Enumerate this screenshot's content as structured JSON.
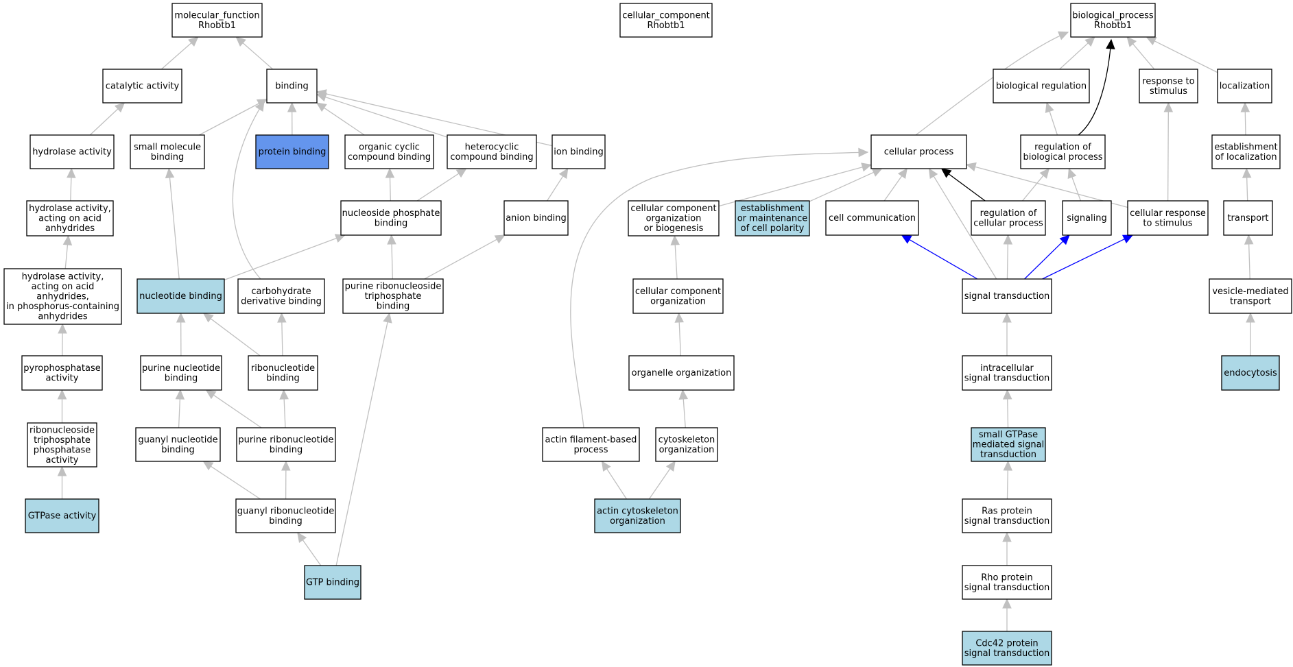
{
  "colors": {
    "white": "#ffffff",
    "lightblue": "#add8e6",
    "highlight": "#6495ed",
    "edge_gray": "#c0c0c0",
    "edge_blue": "#0000ff",
    "edge_black": "#000000",
    "border": "#000000"
  },
  "nodes": [
    {
      "id": "mf",
      "lines": [
        "molecular_function",
        "Rhobtb1"
      ],
      "fill": "white"
    },
    {
      "id": "cc",
      "lines": [
        "cellular_component",
        "Rhobtb1"
      ],
      "fill": "white"
    },
    {
      "id": "bp",
      "lines": [
        "biological_process",
        "Rhobtb1"
      ],
      "fill": "white"
    },
    {
      "id": "catalytic",
      "lines": [
        "catalytic activity"
      ],
      "fill": "white"
    },
    {
      "id": "binding",
      "lines": [
        "binding"
      ],
      "fill": "white"
    },
    {
      "id": "bioreg",
      "lines": [
        "biological regulation"
      ],
      "fill": "white"
    },
    {
      "id": "response",
      "lines": [
        "response to",
        "stimulus"
      ],
      "fill": "white"
    },
    {
      "id": "localization",
      "lines": [
        "localization"
      ],
      "fill": "white"
    },
    {
      "id": "hydrolase",
      "lines": [
        "hydrolase activity"
      ],
      "fill": "white"
    },
    {
      "id": "smallmol",
      "lines": [
        "small molecule",
        "binding"
      ],
      "fill": "white"
    },
    {
      "id": "protbind",
      "lines": [
        "protein binding"
      ],
      "fill": "highlight"
    },
    {
      "id": "orgcyclic",
      "lines": [
        "organic cyclic",
        "compound binding"
      ],
      "fill": "white"
    },
    {
      "id": "heterocyclic",
      "lines": [
        "heterocyclic",
        "compound binding"
      ],
      "fill": "white"
    },
    {
      "id": "ionbind",
      "lines": [
        "ion binding"
      ],
      "fill": "white"
    },
    {
      "id": "cellproc",
      "lines": [
        "cellular process"
      ],
      "fill": "white"
    },
    {
      "id": "regbio",
      "lines": [
        "regulation of",
        "biological process"
      ],
      "fill": "white"
    },
    {
      "id": "estloc",
      "lines": [
        "establishment",
        "of localization"
      ],
      "fill": "white"
    },
    {
      "id": "hydacid",
      "lines": [
        "hydrolase activity,",
        "acting on acid",
        "anhydrides"
      ],
      "fill": "white"
    },
    {
      "id": "nucphos",
      "lines": [
        "nucleoside phosphate",
        "binding"
      ],
      "fill": "white"
    },
    {
      "id": "anion",
      "lines": [
        "anion binding"
      ],
      "fill": "white"
    },
    {
      "id": "ccorgbio",
      "lines": [
        "cellular component",
        "organization",
        "or biogenesis"
      ],
      "fill": "white"
    },
    {
      "id": "estpol",
      "lines": [
        "establishment",
        "or maintenance",
        "of cell polarity"
      ],
      "fill": "lightblue"
    },
    {
      "id": "cellcomm",
      "lines": [
        "cell communication"
      ],
      "fill": "white"
    },
    {
      "id": "regcell",
      "lines": [
        "regulation of",
        "cellular process"
      ],
      "fill": "white"
    },
    {
      "id": "signaling",
      "lines": [
        "signaling"
      ],
      "fill": "white"
    },
    {
      "id": "cellresp",
      "lines": [
        "cellular response",
        "to stimulus"
      ],
      "fill": "white"
    },
    {
      "id": "transport",
      "lines": [
        "transport"
      ],
      "fill": "white"
    },
    {
      "id": "hydphos",
      "lines": [
        "hydrolase activity,",
        "acting on acid",
        "anhydrides,",
        "in phosphorus-containing",
        "anhydrides"
      ],
      "fill": "white"
    },
    {
      "id": "nucbind",
      "lines": [
        "nucleotide binding"
      ],
      "fill": "lightblue"
    },
    {
      "id": "carbo",
      "lines": [
        "carbohydrate",
        "derivative binding"
      ],
      "fill": "white"
    },
    {
      "id": "purribtri",
      "lines": [
        "purine ribonucleoside",
        "triphosphate",
        "binding"
      ],
      "fill": "white"
    },
    {
      "id": "ccorg",
      "lines": [
        "cellular component",
        "organization"
      ],
      "fill": "white"
    },
    {
      "id": "sigtrans",
      "lines": [
        "signal transduction"
      ],
      "fill": "white"
    },
    {
      "id": "vesicle",
      "lines": [
        "vesicle-mediated",
        "transport"
      ],
      "fill": "white"
    },
    {
      "id": "pyro",
      "lines": [
        "pyrophosphatase",
        "activity"
      ],
      "fill": "white"
    },
    {
      "id": "purnuc",
      "lines": [
        "purine nucleotide",
        "binding"
      ],
      "fill": "white"
    },
    {
      "id": "ribonuc",
      "lines": [
        "ribonucleotide",
        "binding"
      ],
      "fill": "white"
    },
    {
      "id": "organelle",
      "lines": [
        "organelle organization"
      ],
      "fill": "white"
    },
    {
      "id": "intra",
      "lines": [
        "intracellular",
        "signal transduction"
      ],
      "fill": "white"
    },
    {
      "id": "endo",
      "lines": [
        "endocytosis"
      ],
      "fill": "lightblue"
    },
    {
      "id": "rnstpa",
      "lines": [
        "ribonucleoside",
        "triphosphate",
        "phosphatase",
        "activity"
      ],
      "fill": "white"
    },
    {
      "id": "guanyl",
      "lines": [
        "guanyl nucleotide",
        "binding"
      ],
      "fill": "white"
    },
    {
      "id": "purribnuc",
      "lines": [
        "purine ribonucleotide",
        "binding"
      ],
      "fill": "white"
    },
    {
      "id": "actinfil",
      "lines": [
        "actin filament-based",
        "process"
      ],
      "fill": "white"
    },
    {
      "id": "cytoorg",
      "lines": [
        "cytoskeleton",
        "organization"
      ],
      "fill": "white"
    },
    {
      "id": "smallgtp",
      "lines": [
        "small GTPase",
        "mediated signal",
        "transduction"
      ],
      "fill": "lightblue"
    },
    {
      "id": "gtpase",
      "lines": [
        "GTPase activity"
      ],
      "fill": "lightblue"
    },
    {
      "id": "guanylrib",
      "lines": [
        "guanyl ribonucleotide",
        "binding"
      ],
      "fill": "white"
    },
    {
      "id": "actincyto",
      "lines": [
        "actin cytoskeleton",
        "organization"
      ],
      "fill": "lightblue"
    },
    {
      "id": "ras",
      "lines": [
        "Ras protein",
        "signal transduction"
      ],
      "fill": "white"
    },
    {
      "id": "gtpbind",
      "lines": [
        "GTP binding"
      ],
      "fill": "lightblue"
    },
    {
      "id": "rho",
      "lines": [
        "Rho protein",
        "signal transduction"
      ],
      "fill": "white"
    },
    {
      "id": "cdc42",
      "lines": [
        "Cdc42 protein",
        "signal transduction"
      ],
      "fill": "lightblue"
    }
  ],
  "edges": [
    {
      "from": "catalytic",
      "to": "mf",
      "color": "edge_gray"
    },
    {
      "from": "binding",
      "to": "mf",
      "color": "edge_gray"
    },
    {
      "from": "hydrolase",
      "to": "catalytic",
      "color": "edge_gray"
    },
    {
      "from": "hydacid",
      "to": "hydrolase",
      "color": "edge_gray"
    },
    {
      "from": "hydphos",
      "to": "hydacid",
      "color": "edge_gray"
    },
    {
      "from": "pyro",
      "to": "hydphos",
      "color": "edge_gray"
    },
    {
      "from": "rnstpa",
      "to": "pyro",
      "color": "edge_gray"
    },
    {
      "from": "gtpase",
      "to": "rnstpa",
      "color": "edge_gray"
    },
    {
      "from": "smallmol",
      "to": "binding",
      "color": "edge_gray"
    },
    {
      "from": "protbind",
      "to": "binding",
      "color": "edge_gray"
    },
    {
      "from": "orgcyclic",
      "to": "binding",
      "color": "edge_gray"
    },
    {
      "from": "heterocyclic",
      "to": "binding",
      "color": "edge_gray"
    },
    {
      "from": "ionbind",
      "to": "binding",
      "color": "edge_gray"
    },
    {
      "from": "carbo",
      "to": "binding",
      "color": "edge_gray",
      "curve": "carbo"
    },
    {
      "from": "nucbind",
      "to": "smallmol",
      "color": "edge_gray"
    },
    {
      "from": "nucphos",
      "to": "orgcyclic",
      "color": "edge_gray"
    },
    {
      "from": "nucphos",
      "to": "heterocyclic",
      "color": "edge_gray"
    },
    {
      "from": "anion",
      "to": "ionbind",
      "color": "edge_gray"
    },
    {
      "from": "nucbind",
      "to": "nucphos",
      "color": "edge_gray"
    },
    {
      "from": "purribtri",
      "to": "nucphos",
      "color": "edge_gray"
    },
    {
      "from": "purribtri",
      "to": "anion",
      "color": "edge_gray"
    },
    {
      "from": "purnuc",
      "to": "nucbind",
      "color": "edge_gray"
    },
    {
      "from": "ribonuc",
      "to": "nucbind",
      "color": "edge_gray"
    },
    {
      "from": "ribonuc",
      "to": "carbo",
      "color": "edge_gray"
    },
    {
      "from": "guanyl",
      "to": "purnuc",
      "color": "edge_gray"
    },
    {
      "from": "purribnuc",
      "to": "purnuc",
      "color": "edge_gray"
    },
    {
      "from": "purribnuc",
      "to": "ribonuc",
      "color": "edge_gray"
    },
    {
      "from": "guanylrib",
      "to": "guanyl",
      "color": "edge_gray"
    },
    {
      "from": "guanylrib",
      "to": "purribnuc",
      "color": "edge_gray"
    },
    {
      "from": "gtpbind",
      "to": "guanylrib",
      "color": "edge_gray"
    },
    {
      "from": "gtpbind",
      "to": "purribtri",
      "color": "edge_gray"
    },
    {
      "from": "bioreg",
      "to": "bp",
      "color": "edge_gray"
    },
    {
      "from": "response",
      "to": "bp",
      "color": "edge_gray"
    },
    {
      "from": "localization",
      "to": "bp",
      "color": "edge_gray"
    },
    {
      "from": "cellproc",
      "to": "bp",
      "color": "edge_gray",
      "curve": "cellproc"
    },
    {
      "from": "regbio",
      "to": "bp",
      "color": "edge_black",
      "curve": "regbio"
    },
    {
      "from": "regbio",
      "to": "bioreg",
      "color": "edge_gray"
    },
    {
      "from": "estloc",
      "to": "localization",
      "color": "edge_gray"
    },
    {
      "from": "transport",
      "to": "estloc",
      "color": "edge_gray"
    },
    {
      "from": "vesicle",
      "to": "transport",
      "color": "edge_gray"
    },
    {
      "from": "endo",
      "to": "vesicle",
      "color": "edge_gray"
    },
    {
      "from": "ccorgbio",
      "to": "cellproc",
      "color": "edge_gray"
    },
    {
      "from": "estpol",
      "to": "cellproc",
      "color": "edge_gray"
    },
    {
      "from": "cellcomm",
      "to": "cellproc",
      "color": "edge_gray"
    },
    {
      "from": "regcell",
      "to": "cellproc",
      "color": "edge_black"
    },
    {
      "from": "cellresp",
      "to": "cellproc",
      "color": "edge_gray"
    },
    {
      "from": "sigtrans",
      "to": "cellproc",
      "color": "edge_gray"
    },
    {
      "from": "actinfil",
      "to": "cellproc",
      "color": "edge_gray",
      "curve": "actinfil"
    },
    {
      "from": "regcell",
      "to": "regbio",
      "color": "edge_gray"
    },
    {
      "from": "signaling",
      "to": "regbio",
      "color": "edge_gray"
    },
    {
      "from": "cellresp",
      "to": "response",
      "color": "edge_gray"
    },
    {
      "from": "ccorg",
      "to": "ccorgbio",
      "color": "edge_gray"
    },
    {
      "from": "organelle",
      "to": "ccorg",
      "color": "edge_gray"
    },
    {
      "from": "cytoorg",
      "to": "organelle",
      "color": "edge_gray"
    },
    {
      "from": "actincyto",
      "to": "actinfil",
      "color": "edge_gray"
    },
    {
      "from": "actincyto",
      "to": "cytoorg",
      "color": "edge_gray"
    },
    {
      "from": "sigtrans",
      "to": "cellcomm",
      "color": "edge_blue"
    },
    {
      "from": "sigtrans",
      "to": "regcell",
      "color": "edge_gray"
    },
    {
      "from": "sigtrans",
      "to": "signaling",
      "color": "edge_blue"
    },
    {
      "from": "sigtrans",
      "to": "cellresp",
      "color": "edge_blue"
    },
    {
      "from": "intra",
      "to": "sigtrans",
      "color": "edge_gray"
    },
    {
      "from": "smallgtp",
      "to": "intra",
      "color": "edge_gray"
    },
    {
      "from": "ras",
      "to": "smallgtp",
      "color": "edge_gray"
    },
    {
      "from": "rho",
      "to": "ras",
      "color": "edge_gray"
    },
    {
      "from": "cdc42",
      "to": "rho",
      "color": "edge_gray"
    }
  ]
}
